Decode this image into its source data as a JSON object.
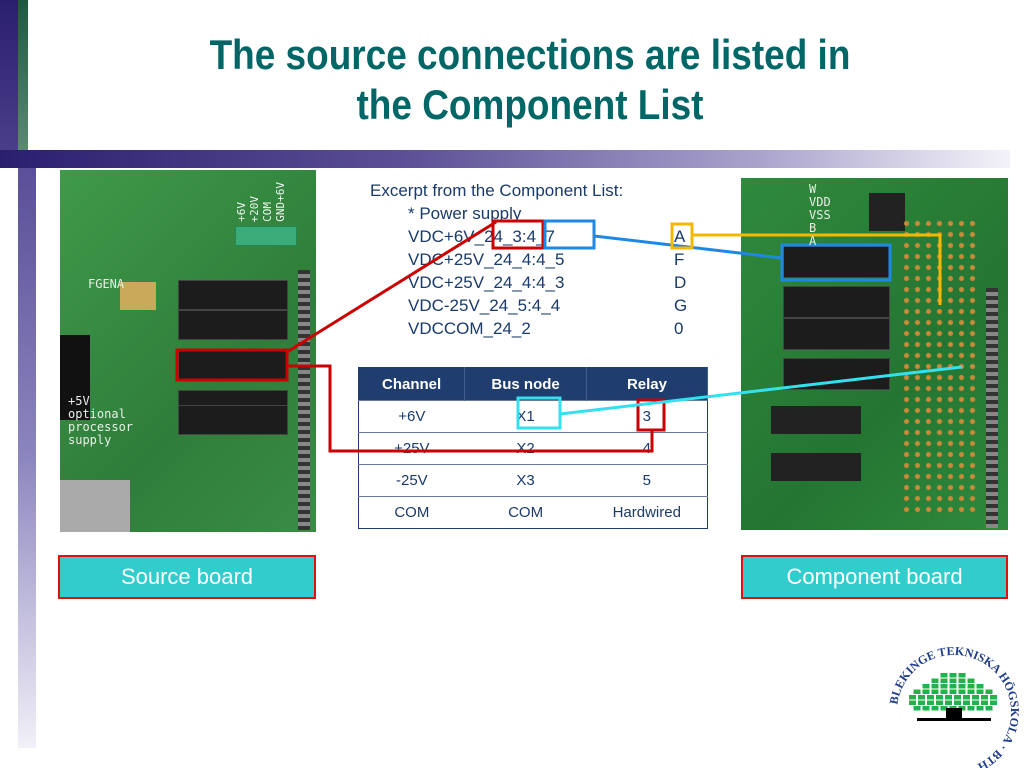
{
  "slide": {
    "title_line1": "The source connections are listed in",
    "title_line2": "the Component List"
  },
  "excerpt": {
    "heading": "Excerpt from the Component List:",
    "subheading": "* Power supply",
    "rows": [
      {
        "code": "VDC+6V_24_3:4_7",
        "letter": "A"
      },
      {
        "code": "VDC+25V_24_4:4_5",
        "letter": "F"
      },
      {
        "code": "VDC+25V_24_4:4_3",
        "letter": "D"
      },
      {
        "code": "VDC-25V_24_5:4_4",
        "letter": "G"
      },
      {
        "code": "VDCCOM_24_2",
        "letter": "0"
      }
    ]
  },
  "table": {
    "headers": [
      "Channel",
      "Bus node",
      "Relay"
    ],
    "rows": [
      [
        "+6V",
        "X1",
        "3"
      ],
      [
        "+25V",
        "X2",
        "4"
      ],
      [
        "-25V",
        "X3",
        "5"
      ],
      [
        "COM",
        "COM",
        "Hardwired"
      ]
    ]
  },
  "source_board": {
    "label": "Source board",
    "silkscreen": [
      "+6V",
      "+20V",
      "COM",
      "GND+6V",
      "FGENA",
      "+5V",
      "optional",
      "processor",
      "supply"
    ]
  },
  "component_board": {
    "label": "Component board",
    "silkscreen": [
      "W",
      "VDD",
      "VSS",
      "B",
      "A"
    ]
  },
  "logo": {
    "text": "BLEKINGE TEKNISKA HÖGSKOLA · BTH ·"
  },
  "colors": {
    "title": "#006666",
    "highlight_red": "#cc0000",
    "highlight_blue": "#1e88e5",
    "highlight_yellow": "#f5b800",
    "highlight_cyan": "#33e0f0",
    "label_fill": "#33cccc",
    "table_header": "#1f3d6e"
  }
}
